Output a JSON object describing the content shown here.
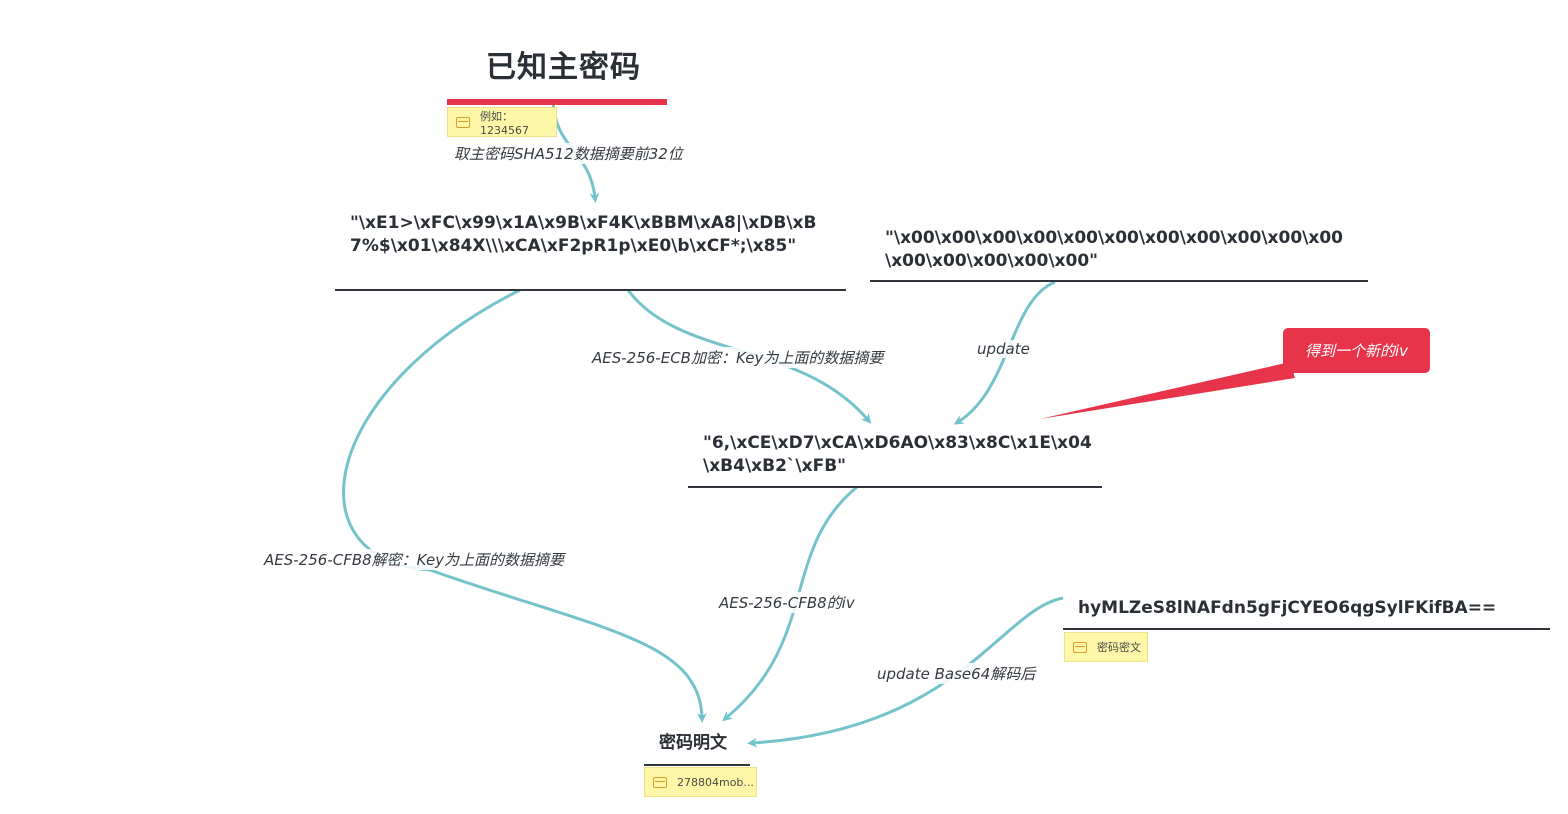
{
  "root": {
    "title": "已知主密码",
    "note": "例如：1234567"
  },
  "nodes": {
    "key_digest": "\"\\xE1>\\xFC\\x99\\x1A\\x9B\\xF4K\\xBBM\\xA8|\\xDB\\xB7%$\\x01\\x84X\\\\\\xCA\\xF2pR1p\\xE0\\b\\xCF*;\\x85\"",
    "zero_block": "\"\\x00\\x00\\x00\\x00\\x00\\x00\\x00\\x00\\x00\\x00\\x00\\x00\\x00\\x00\\x00\\x00\"",
    "iv_value": "\"6,\\xCE\\xD7\\xCA\\xD6AO\\x83\\x8C\\x1E\\x04\\xB4\\xB2`\\xFB\"",
    "ciphertext": "hyMLZeS8lNAFdn5gFjCYEO6qgSylFKifBA==",
    "ciphertext_note": "密码密文",
    "plaintext": "密码明文",
    "plaintext_note": "278804mob..."
  },
  "edges": {
    "sha512": "取主密码SHA512数据摘要前32位",
    "ecb_encrypt": "AES-256-ECB加密：Key为上面的数据摘要",
    "update": "update",
    "cfb8_decrypt": "AES-256-CFB8解密：Key为上面的数据摘要",
    "cfb8_iv": "AES-256-CFB8的iv",
    "base64_update": "update Base64解码后"
  },
  "callout": "得到一个新的iv",
  "colors": {
    "edge": "#74c3cb",
    "accent": "#e8344a",
    "note_bg": "#fff7a8",
    "note_icon": "#e39a2d",
    "underline": "#2f343b"
  }
}
